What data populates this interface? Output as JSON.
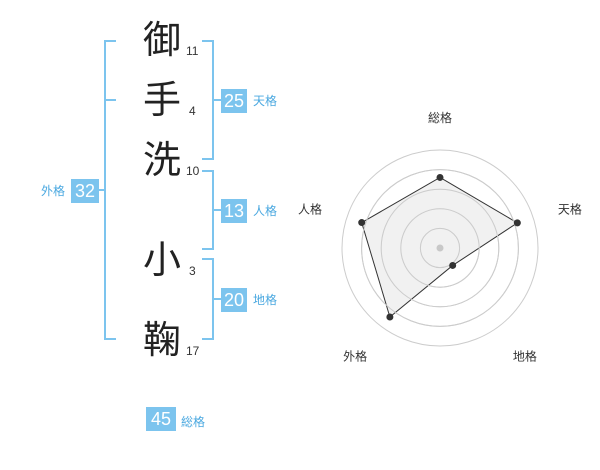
{
  "name": {
    "chars": [
      {
        "char": "御",
        "strokes": "11"
      },
      {
        "char": "手",
        "strokes": "4"
      },
      {
        "char": "洗",
        "strokes": "10"
      },
      {
        "char": "小",
        "strokes": "3"
      },
      {
        "char": "鞠",
        "strokes": "17"
      }
    ]
  },
  "kaku": {
    "tenkaku": {
      "value": "25",
      "label": "天格"
    },
    "jinkaku": {
      "value": "13",
      "label": "人格"
    },
    "chikaku": {
      "value": "20",
      "label": "地格"
    },
    "gaikaku": {
      "value": "32",
      "label": "外格"
    },
    "soukaku": {
      "value": "45",
      "label": "総格"
    }
  },
  "radar": {
    "axes": [
      "総格",
      "天格",
      "地格",
      "外格",
      "人格"
    ],
    "values": [
      0.72,
      0.83,
      0.22,
      0.87,
      0.84
    ],
    "colors": {
      "fill": "#eeeeee",
      "line": "#333333",
      "ring": "#cccccc",
      "center": "#c8c8c8"
    }
  },
  "colors": {
    "accent": "#7cc4ee",
    "accent_text": "#4aa8e0"
  }
}
